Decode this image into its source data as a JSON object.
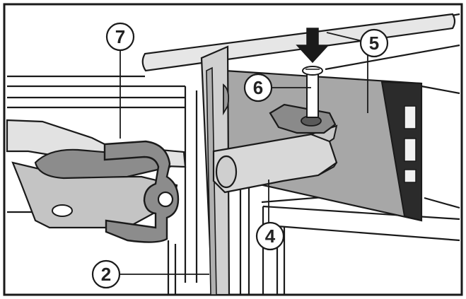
{
  "callouts": {
    "c7": "7",
    "c6": "6",
    "c5": "5",
    "c4": "4",
    "c2": "2"
  },
  "colors": {
    "line": "#1a1a1a",
    "plate_gray": "#a7a7a7",
    "dark_part": "#8c8c8c",
    "light_gray": "#d8d8d8",
    "mid_gray": "#c4c4c4",
    "background": "#ffffff"
  },
  "icons": [
    "arrow-down-icon"
  ]
}
